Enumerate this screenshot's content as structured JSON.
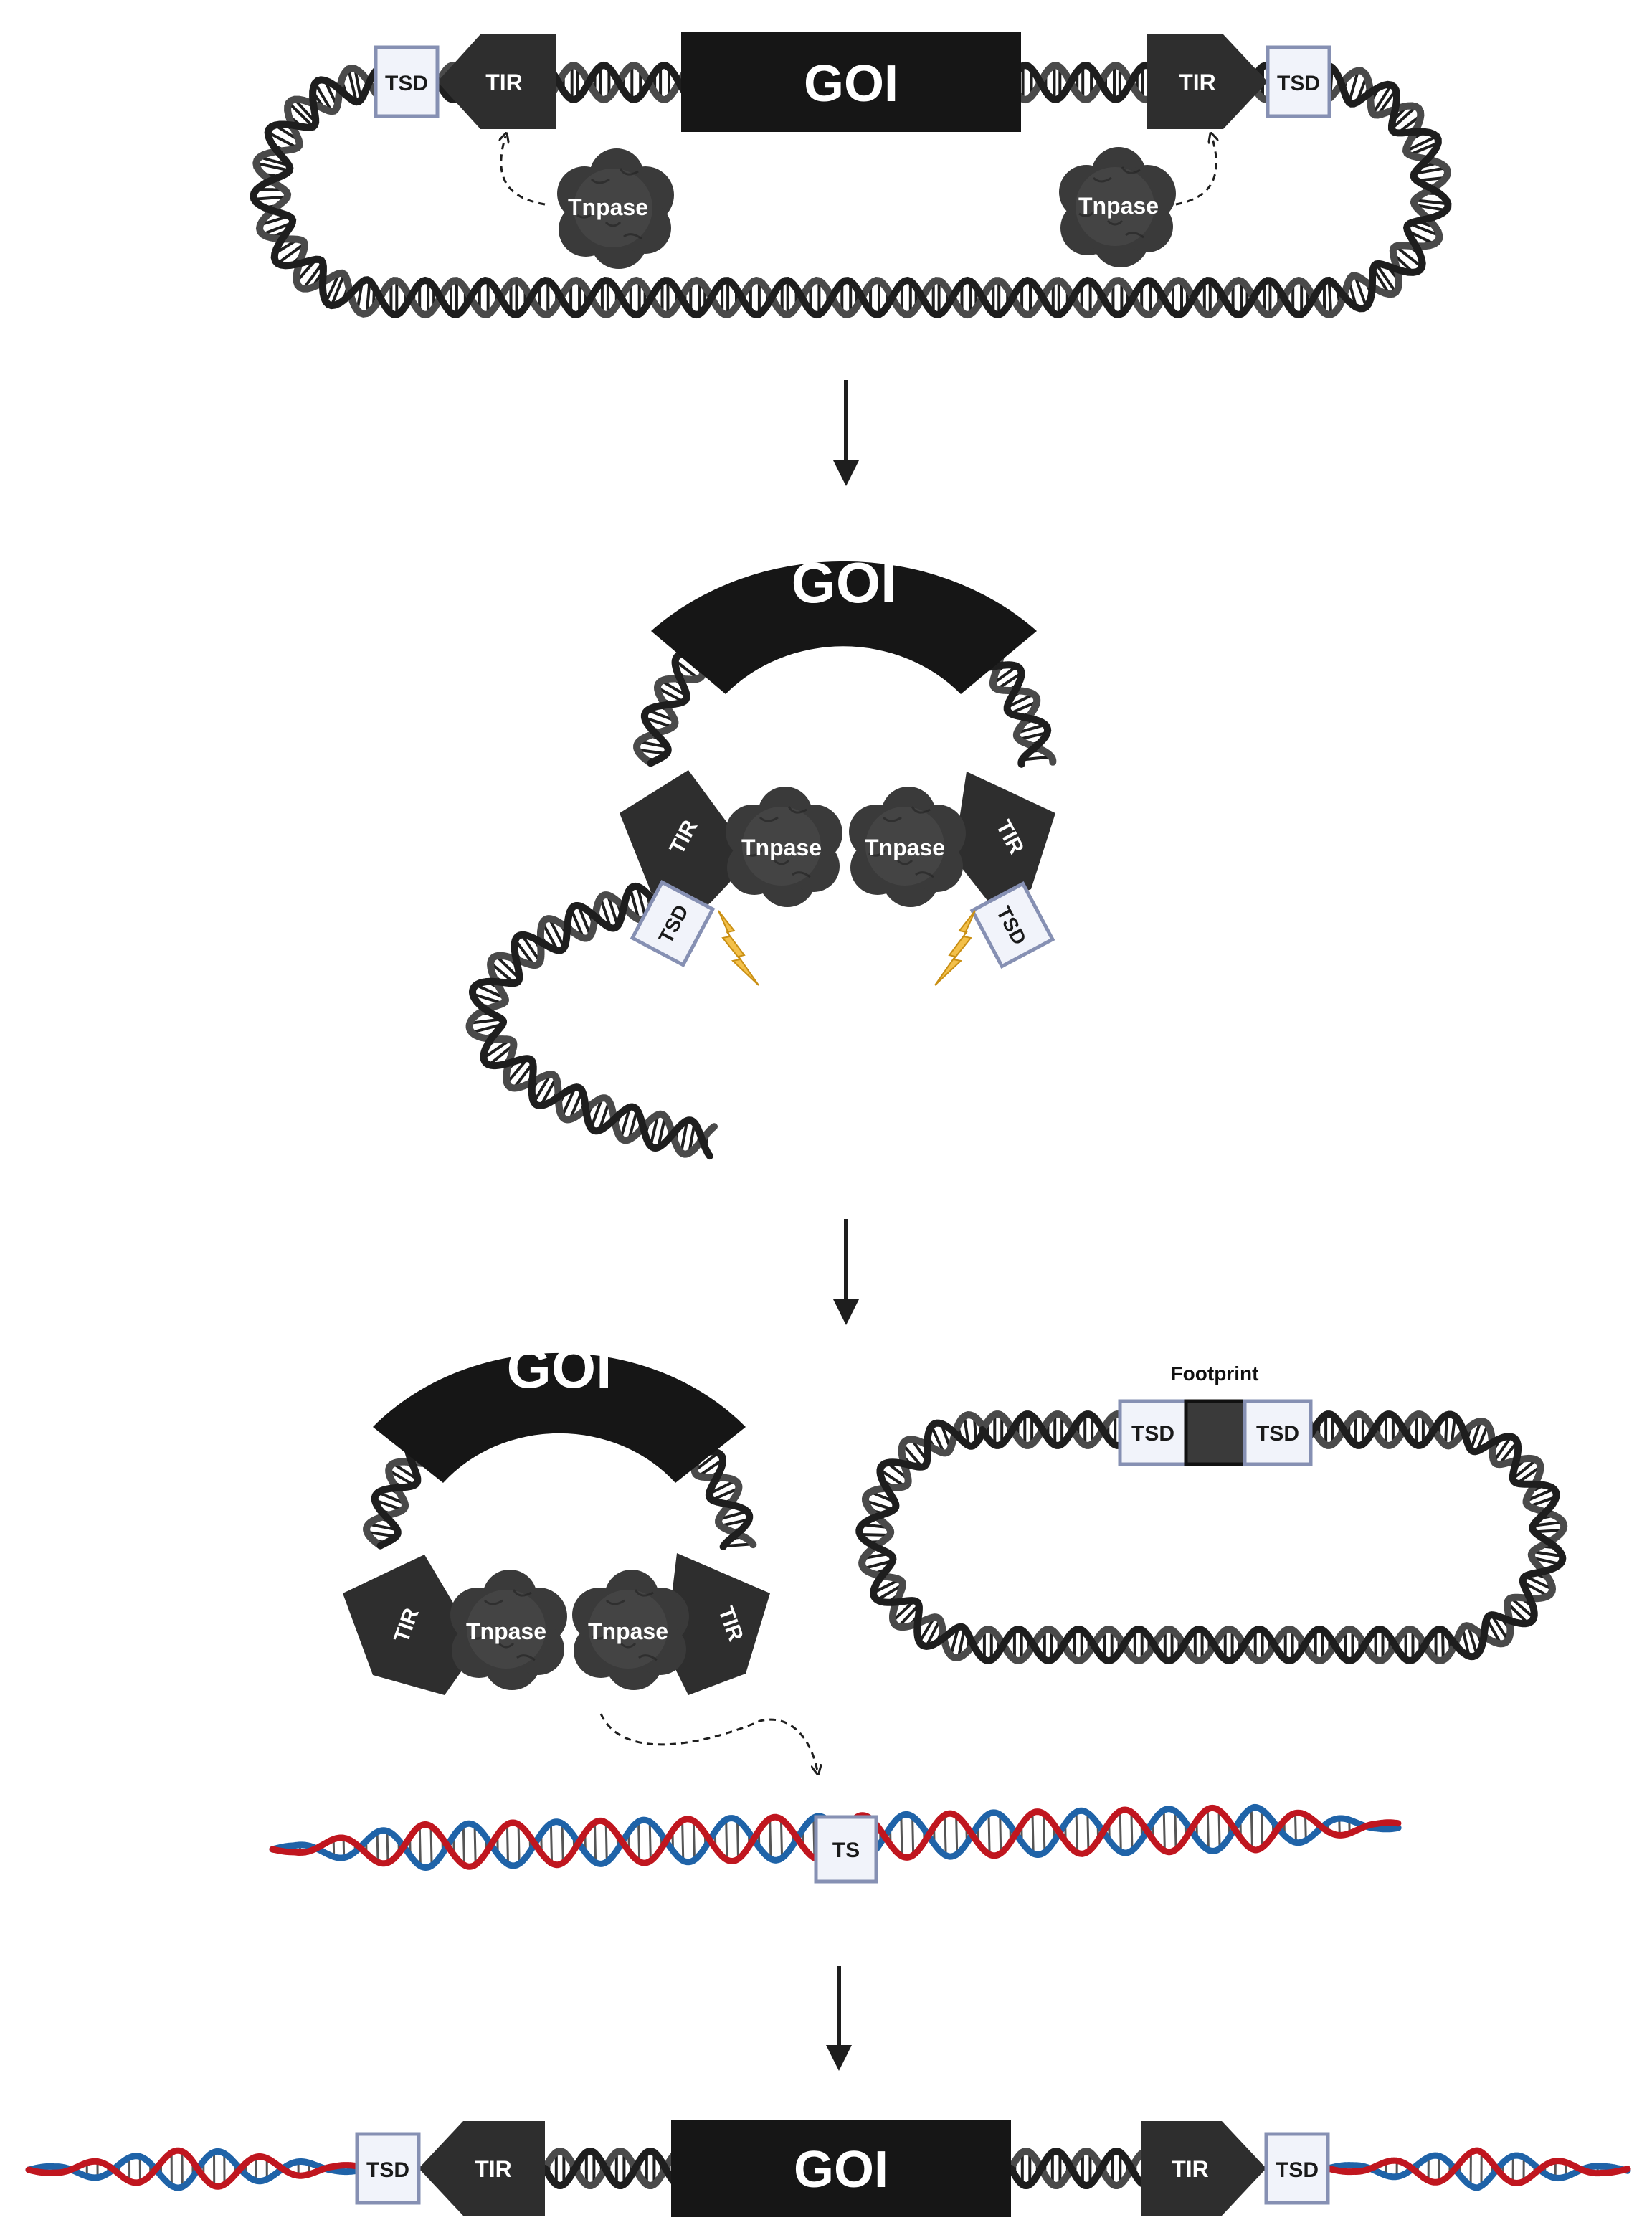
{
  "labels": {
    "goi": "GOI",
    "tir": "TIR",
    "tsd": "TSD",
    "tnpase": "Tnpase",
    "footprint": "Footprint",
    "ts": "TS"
  },
  "colors": {
    "dna_black": "#1e1e1e",
    "dna_grey": "#4a4a4a",
    "block_dark": "#161616",
    "tir_fill": "#2e2e2e",
    "tnpase_fill": "#3a3a3a",
    "tsd_fill": "#f1f3fa",
    "tsd_border": "#8690b3",
    "dna_red": "#c0161f",
    "dna_blue": "#1f63a8",
    "spark": "#f3c04a"
  },
  "icons": {
    "cleavage": "lightning-bolt-icon",
    "enzyme": "transposase-protein-icon"
  }
}
